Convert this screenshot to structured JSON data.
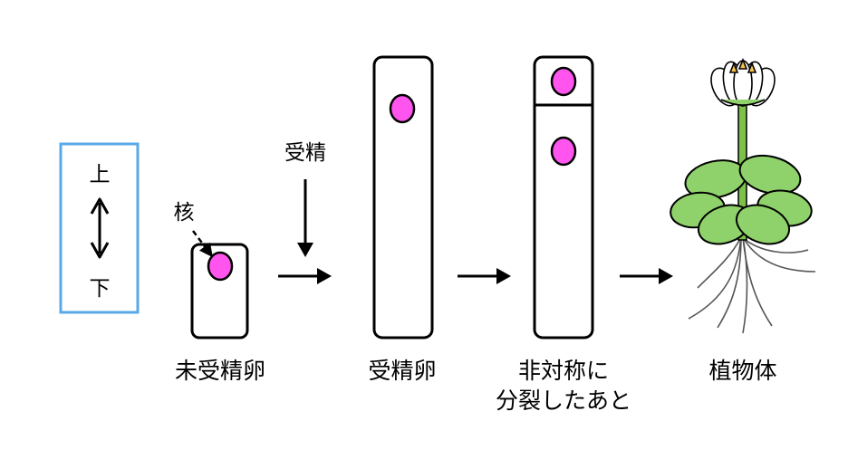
{
  "orientation": {
    "top": "上",
    "bottom": "下",
    "box_color": "#5aa9e6"
  },
  "nucleus_label": "核",
  "fertilization_label": "受精",
  "stages": [
    {
      "label_lines": [
        "未受精卵"
      ]
    },
    {
      "label_lines": [
        "受精卵"
      ]
    },
    {
      "label_lines": [
        "非対称に",
        "分裂したあと"
      ]
    },
    {
      "label_lines": [
        "植物体"
      ]
    }
  ],
  "colors": {
    "nucleus": "#ff55ee",
    "outline": "#000000",
    "leaf": "#8fd16a",
    "stem": "#7cc24a"
  },
  "icons": {
    "arrow": "right-arrow-icon",
    "double_arrow": "up-down-arrow-icon",
    "plant": "plant-icon"
  }
}
